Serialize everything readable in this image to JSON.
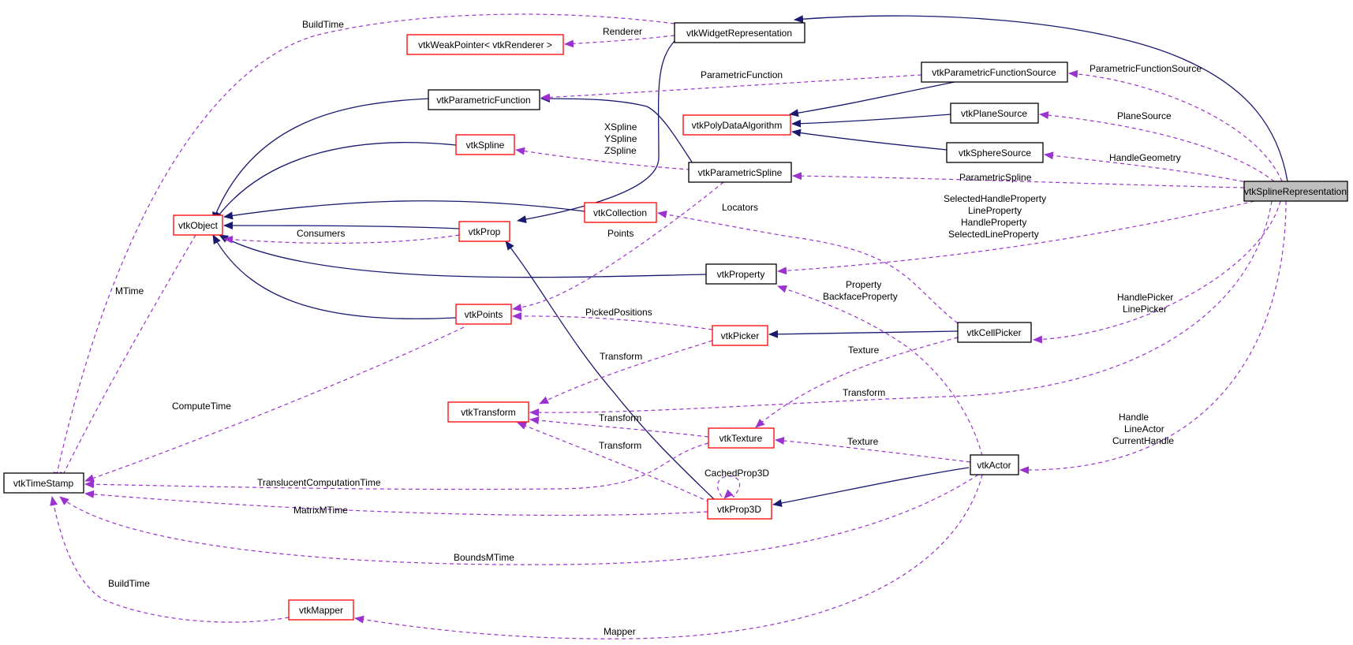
{
  "colors": {
    "inherit_edge": "#191970",
    "usage_edge": "#9a32cd",
    "node_border_default": "#000000",
    "node_border_truncated": "#ff0000",
    "node_fill_focus": "#bfbfbf"
  },
  "nodes": {
    "spline_representation": "vtkSplineRepresentation",
    "widget_representation": "vtkWidgetRepresentation",
    "weak_pointer": "vtkWeakPointer< vtkRenderer >",
    "parametric_function_source": "vtkParametricFunctionSource",
    "parametric_function": "vtkParametricFunction",
    "poly_data_algorithm": "vtkPolyDataAlgorithm",
    "plane_source": "vtkPlaneSource",
    "sphere_source": "vtkSphereSource",
    "spline": "vtkSpline",
    "parametric_spline": "vtkParametricSpline",
    "object": "vtkObject",
    "collection": "vtkCollection",
    "prop": "vtkProp",
    "property": "vtkProperty",
    "points": "vtkPoints",
    "picker": "vtkPicker",
    "cell_picker": "vtkCellPicker",
    "transform": "vtkTransform",
    "texture": "vtkTexture",
    "actor": "vtkActor",
    "time_stamp": "vtkTimeStamp",
    "prop3d": "vtkProp3D",
    "mapper": "vtkMapper"
  },
  "edge_labels": {
    "build_time_top": "BuildTime",
    "renderer": "Renderer",
    "parametric_function": "ParametricFunction",
    "parametric_function_source": "ParametricFunctionSource",
    "plane_source": "PlaneSource",
    "handle_geometry": "HandleGeometry",
    "xyz_spline": [
      "XSpline",
      "YSpline",
      "ZSpline"
    ],
    "parametric_spline": "ParametricSpline",
    "property_group": [
      "SelectedHandleProperty",
      "LineProperty",
      "HandleProperty",
      "SelectedLineProperty"
    ],
    "locators": "Locators",
    "consumers": "Consumers",
    "points": "Points",
    "mtime": "MTime",
    "property_backface": [
      "Property",
      "BackfaceProperty"
    ],
    "picker_group": [
      "HandlePicker",
      "LinePicker"
    ],
    "picked_positions": "PickedPositions",
    "transform_picker": "Transform",
    "texture_cell": "Texture",
    "compute_time": "ComputeTime",
    "transform_rep": "Transform",
    "transform_texture": "Transform",
    "handle_group": [
      "Handle",
      "LineActor",
      "CurrentHandle"
    ],
    "texture_actor": "Texture",
    "transform_prop3d": "Transform",
    "cached_prop3d": "CachedProp3D",
    "translucent_time": "TranslucentComputationTime",
    "matrix_mtime": "MatrixMTime",
    "bounds_mtime": "BoundsMTime",
    "build_time_bottom": "BuildTime",
    "mapper": "Mapper"
  }
}
